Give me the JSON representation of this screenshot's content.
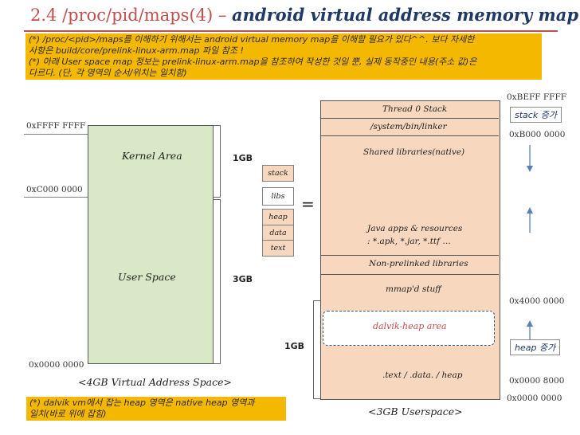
{
  "title": {
    "prefix": "2.4 /proc/pid/maps(4) – ",
    "emphasis": "android virtual address memory map"
  },
  "top_note": [
    "(*) /proc/<pid>/maps를 이해하기 위해서는 android virtual memory map을 이해할 필요가 있다^^. 보다 자세한",
    "사항은 build/core/prelink-linux-arm.map 파일 참조 !",
    "(*) 아래 User space map 정보는 prelink-linux-arm.map을 참조하여 작성한 것일 뿐, 실제 동작중인 내용(주소 값)은",
    "다르다. (단, 각 영역의 순서/위치는 일치함)"
  ],
  "left_map": {
    "addr_top": "0xFFFF FFFF",
    "addr_mid": "0xC000 0000",
    "addr_bottom": "0x0000 0000",
    "kernel_label": "Kernel Area",
    "user_label": "User Space",
    "caption": "<4GB Virtual Address Space>",
    "size_kernel": "1GB",
    "size_user": "3GB"
  },
  "mini_stack": [
    "stack",
    "libs",
    "heap",
    "data",
    "text"
  ],
  "equals": "=",
  "right_map": {
    "regions": [
      "Thread 0 Stack",
      "/system/bin/linker",
      "Shared libraries(native)",
      "Java apps & resources",
      ": *.apk, *.jar, *.ttf …",
      "Non-prelinked libraries",
      "mmap'd stuff",
      "dalvik-heap area",
      ".text / .data. / heap"
    ],
    "caption": "<3GB Userspace>",
    "size_heap": "1GB",
    "addresses": [
      "0xBEFF FFFF",
      "0xB000 0000",
      "0x4000 0000",
      "0x0000 8000",
      "0x0000 0000"
    ],
    "stack_growth": "stack 증가",
    "heap_growth": "heap 증가",
    "dalvik_color": "#c0504d"
  },
  "bottom_note": [
    "(*) dalvik vm에서 잡는 heap 영역은 native heap 영역과",
    "일치(바로 위에 잡힘)"
  ]
}
